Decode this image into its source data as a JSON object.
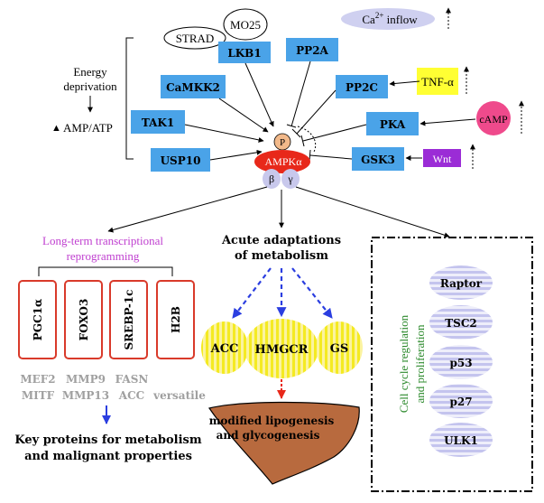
{
  "colors": {
    "kinase_box": "#4aa3e8",
    "ampk": "#e8281a",
    "p_circle": "#f2b98a",
    "subunit": "#c8c8ec",
    "ca_ellipse": "#cfd0f0",
    "tnf_box": "#ffff33",
    "camp_circle": "#ef4a8c",
    "wnt_box": "#9b2cd6",
    "transcription_label": "#c040d0",
    "tf_box_border": "#d93a2a",
    "grey_text": "#a0a0a0",
    "adaptation_arrow": "#2b3ee0",
    "yellow_target": "#f4ea22",
    "liver": "#b86a3e",
    "cell_cycle_text": "#2e8b2e",
    "cell_cycle_oval": "#c4c4ee"
  },
  "upstream": {
    "stradd": "STRAD",
    "mo25": "MO25",
    "lkb1": "LKB1",
    "pp2a": "PP2A",
    "camkk2": "CaMKK2",
    "pp2c": "PP2C",
    "tak1": "TAK1",
    "pka": "PKA",
    "usp10": "USP10",
    "gsk3": "GSK3",
    "ca_prefix": "Ca",
    "ca_sup": "2+",
    "ca_suffix": " inflow",
    "tnf": "TNF-α",
    "camp": "cAMP",
    "wnt": "Wnt"
  },
  "energy": {
    "line1": "Energy",
    "line2": "deprivation",
    "amp_triangle": "▲",
    "amp_text": "AMP/ATP"
  },
  "core": {
    "p": "P",
    "ampk": "AMPKα",
    "beta": "β",
    "gamma": "γ"
  },
  "transcription": {
    "title_line1": "Long-term transcriptional",
    "title_line2": "reprogramming",
    "factors": [
      "PGC1α",
      "FOXO3",
      "SREBP-1c",
      "H2B"
    ],
    "targets": [
      [
        "MEF2",
        "MITF"
      ],
      [
        "MMP9",
        "MMP13"
      ],
      [
        "FASN",
        "ACC"
      ],
      [
        "versatile"
      ]
    ],
    "bottom_line1": "Key proteins for metabolism",
    "bottom_line2": "and malignant properties"
  },
  "acute": {
    "title_line1": "Acute adaptations",
    "title_line2": "of metabolism",
    "targets": [
      "ACC",
      "HMGCR",
      "GS"
    ],
    "liver_line1": "modified lipogenesis",
    "liver_line2": "and glycogenesis"
  },
  "cell_cycle": {
    "title_line1": "Cell cycle regulation",
    "title_line2": "and proliferation",
    "items": [
      "Raptor",
      "TSC2",
      "p53",
      "p27",
      "ULK1"
    ]
  }
}
